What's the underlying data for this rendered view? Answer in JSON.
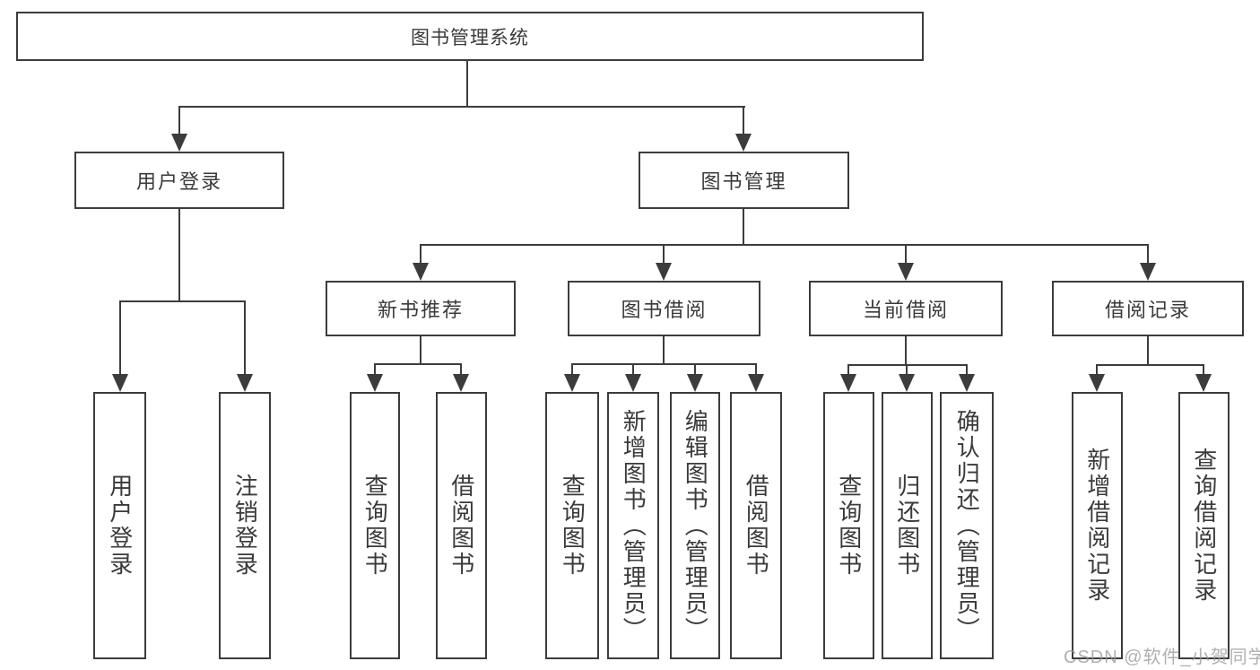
{
  "diagram": {
    "type": "hierarchy-tree",
    "orientation": "top-down"
  },
  "tree": {
    "root": {
      "label": "图书管理系统"
    },
    "branches": [
      {
        "label": "用户登录",
        "children": [
          {
            "label": "用户登录"
          },
          {
            "label": "注销登录"
          }
        ]
      },
      {
        "label": "图书管理",
        "children": [
          {
            "label": "新书推荐",
            "children": [
              {
                "label": "查询图书"
              },
              {
                "label": "借阅图书"
              }
            ]
          },
          {
            "label": "图书借阅",
            "children": [
              {
                "label": "查询图书"
              },
              {
                "label": "新增图书（管理员）"
              },
              {
                "label": "编辑图书（管理员）"
              },
              {
                "label": "借阅图书"
              }
            ]
          },
          {
            "label": "当前借阅",
            "children": [
              {
                "label": "查询图书"
              },
              {
                "label": "归还图书"
              },
              {
                "label": "确认归还（管理员）"
              }
            ]
          },
          {
            "label": "借阅记录",
            "children": [
              {
                "label": "新增借阅记录"
              },
              {
                "label": "查询借阅记录"
              }
            ]
          }
        ]
      }
    ]
  },
  "watermark": {
    "text": "CSDN @软件_小贺同学"
  },
  "colors": {
    "line": "#3c3c3c",
    "text": "#3a3a3a",
    "background": "#ffffff",
    "watermark": "#969696"
  }
}
